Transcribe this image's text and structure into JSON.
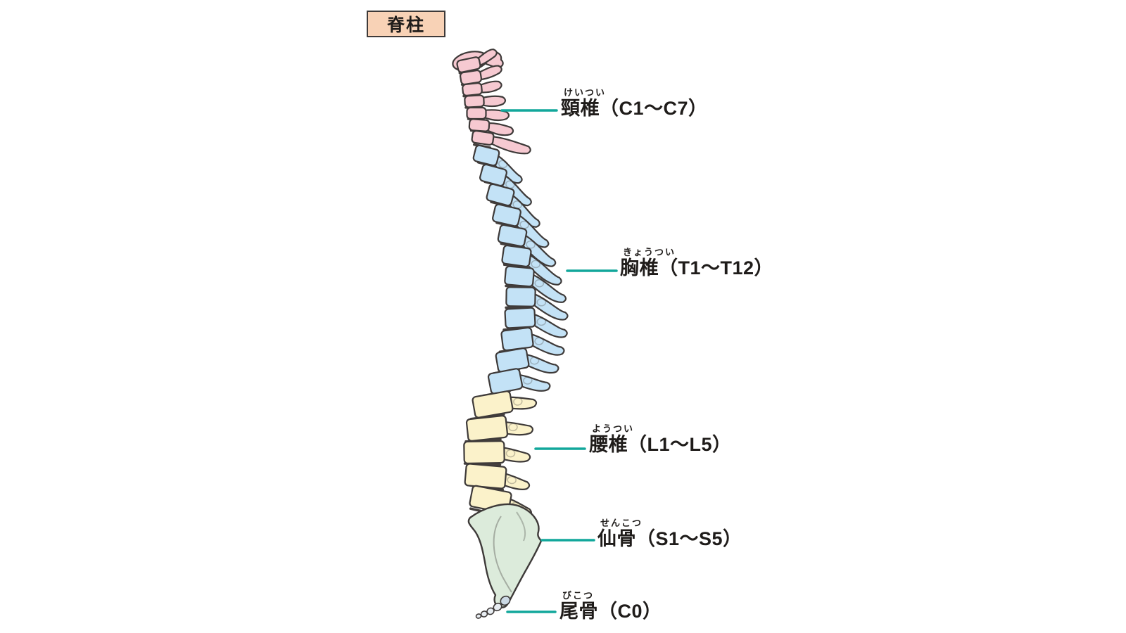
{
  "title": {
    "label": "脊柱"
  },
  "colors": {
    "background": "#ffffff",
    "outline": "#3e3a39",
    "leader_line": "#12a79b",
    "title_box_bg": "#f8d2b6",
    "text": "#1f1c1a",
    "disc": "#45403e"
  },
  "sections": [
    {
      "id": "cervical",
      "furigana": "けいつい",
      "label": "頸椎（C1〜C7）",
      "color": "#f6c9d1"
    },
    {
      "id": "thoracic",
      "furigana": "きょうつい",
      "label": "胸椎（T1〜T12）",
      "color": "#c3e2f6"
    },
    {
      "id": "lumbar",
      "furigana": "ようつい",
      "label": "腰椎（L1〜L5）",
      "color": "#fbf2ca"
    },
    {
      "id": "sacrum",
      "furigana": "せんこつ",
      "label": "仙骨（S1〜S5）",
      "color": "#dcebdb"
    },
    {
      "id": "coccyx",
      "furigana": "びこつ",
      "label": "尾骨（C0）",
      "color": "#e8edf2"
    }
  ]
}
